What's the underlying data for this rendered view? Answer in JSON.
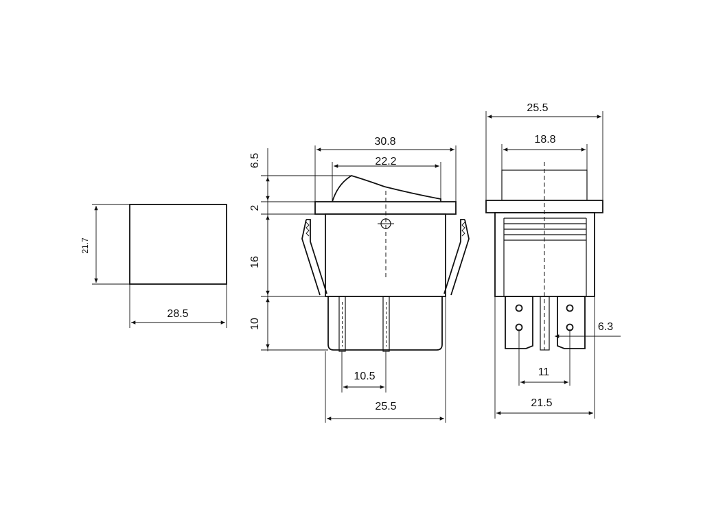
{
  "dimensions": {
    "cutout_height": "21.7",
    "cutout_width": "28.5",
    "actuator_height": "6.5",
    "flange_thickness": "2",
    "housing_height": "16",
    "terminal_length": "10",
    "bezel_width": "30.8",
    "rocker_width": "22.2",
    "terminal_spacing": "10.5",
    "housing_width": "25.5",
    "side_bezel_width": "25.5",
    "side_rocker_width": "18.8",
    "terminal_pitch": "11",
    "side_body_width": "21.5",
    "terminal_width": "6.3"
  },
  "colors": {
    "line": "#111111",
    "background": "#ffffff"
  }
}
